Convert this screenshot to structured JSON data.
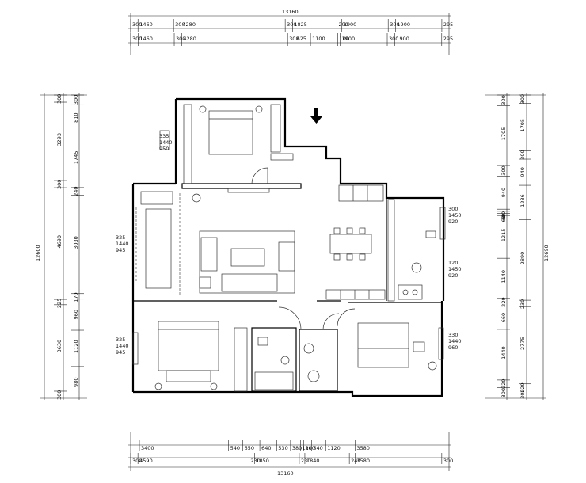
{
  "top_dims": {
    "total": "13160",
    "row1": [
      "300",
      "1460",
      "300",
      "4280",
      "300",
      "1825",
      "200",
      "1900",
      "300",
      "1900",
      "295"
    ],
    "row2": [
      "300",
      "1460",
      "300",
      "4280",
      "300",
      "625",
      "1100",
      "100",
      "1900",
      "300",
      "1900",
      "295"
    ]
  },
  "bottom_dims": {
    "total": "13160",
    "row1": [
      "3400",
      "540",
      "650",
      "640",
      "530",
      "380",
      "120",
      "300",
      "540",
      "1120",
      "3580"
    ],
    "row2": [
      "300",
      "4590",
      "230",
      "1850",
      "230",
      "1840",
      "240",
      "3580",
      "300"
    ]
  },
  "left_dims": {
    "total": "12600",
    "col1": [
      "300",
      "3293",
      "300",
      "4690",
      "225",
      "3630",
      "300"
    ],
    "col2": [
      "300",
      "810",
      "1745",
      "240",
      "3030",
      "170",
      "960",
      "1120",
      "980"
    ]
  },
  "right_dims": {
    "total": "12690",
    "col1": [
      "300",
      "1705",
      "300",
      "940",
      "60",
      "60",
      "60",
      "1215",
      "1140",
      "220",
      "660",
      "1440",
      "220",
      "300"
    ],
    "col2": [
      "300",
      "1705",
      "300",
      "940",
      "1236",
      "2890",
      "230",
      "2775",
      "220",
      "300"
    ]
  },
  "window_labels": {
    "master_top": [
      "335",
      "1440",
      "950"
    ],
    "living_left": [
      "325",
      "1440",
      "945"
    ],
    "kitchen_top": [
      "300",
      "1450",
      "920"
    ],
    "kitchen_bottom": [
      "120",
      "1450",
      "920"
    ],
    "bed_left": [
      "325",
      "1440",
      "945"
    ],
    "bed_right": [
      "330",
      "1440",
      "960"
    ]
  }
}
